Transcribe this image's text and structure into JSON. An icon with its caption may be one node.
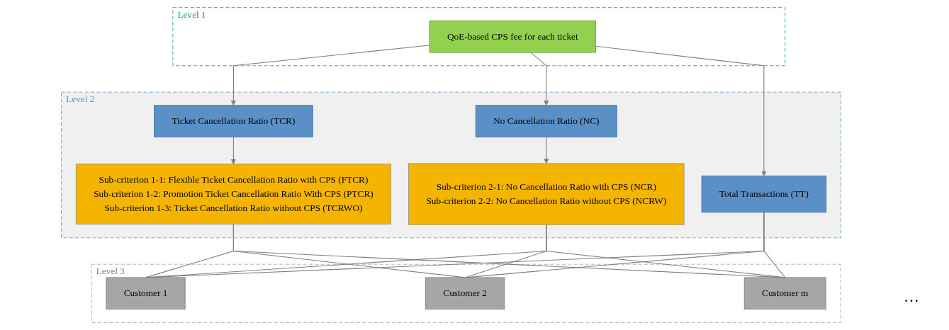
{
  "diagram": {
    "nodes": [
      {
        "text": [
          "Level 1"
        ]
      },
      {
        "text": [
          "QoE-based CPS fee for each ticket"
        ],
        "in": 0
      },
      {
        "text": [
          "Level 2"
        ]
      },
      {
        "text": [
          "Ticket Cancellation Ratio (TCR)"
        ],
        "in": 2
      },
      {
        "text": [
          "No Cancellation Ratio (NC)"
        ],
        "in": 2
      },
      {
        "text": [
          "Total Transactions (TT)"
        ],
        "in": 2
      },
      {
        "text": [
          "Sub-criterion 1-1: Flexible Ticket Cancellation Ratio with CPS (FTCR)",
          "Sub-criterion 1-2: Promotion Ticket Cancellation Ratio With CPS (PTCR)",
          "Sub-criterion 1-3: Ticket Cancellation Ratio without CPS (TCRWO)"
        ],
        "in": 2
      },
      {
        "text": [
          "Sub-criterion 2-1: No Cancellation Ratio with CPS (NCR)",
          "Sub-criterion 2-2: No Cancellation Ratio without CPS (NCRW)"
        ],
        "in": 2
      },
      {
        "text": [
          "Level 3"
        ]
      },
      {
        "text": [
          "Customer 1"
        ],
        "in": 8
      },
      {
        "text": [
          "Customer 2"
        ],
        "in": 8
      },
      {
        "text": [
          "Customer m"
        ],
        "in": 8
      }
    ],
    "edges": [
      {
        "from": 1,
        "to": 3,
        "arrow": "to"
      },
      {
        "from": 1,
        "to": 4,
        "arrow": "to"
      },
      {
        "from": 1,
        "to": 5,
        "arrow": "to"
      },
      {
        "from": 3,
        "to": 6,
        "arrow": "to"
      },
      {
        "from": 4,
        "to": 7,
        "arrow": "to"
      },
      {
        "from": 6,
        "to": 9,
        "arrow": "none"
      },
      {
        "from": 6,
        "to": 10,
        "arrow": "none"
      },
      {
        "from": 6,
        "to": 11,
        "arrow": "none"
      },
      {
        "from": 7,
        "to": 9,
        "arrow": "none"
      },
      {
        "from": 7,
        "to": 10,
        "arrow": "none"
      },
      {
        "from": 7,
        "to": 11,
        "arrow": "none"
      },
      {
        "from": 5,
        "to": 9,
        "arrow": "none"
      },
      {
        "from": 5,
        "to": 10,
        "arrow": "none"
      },
      {
        "from": 5,
        "to": 11,
        "arrow": "none"
      }
    ],
    "labels": [
      "…"
    ]
  }
}
